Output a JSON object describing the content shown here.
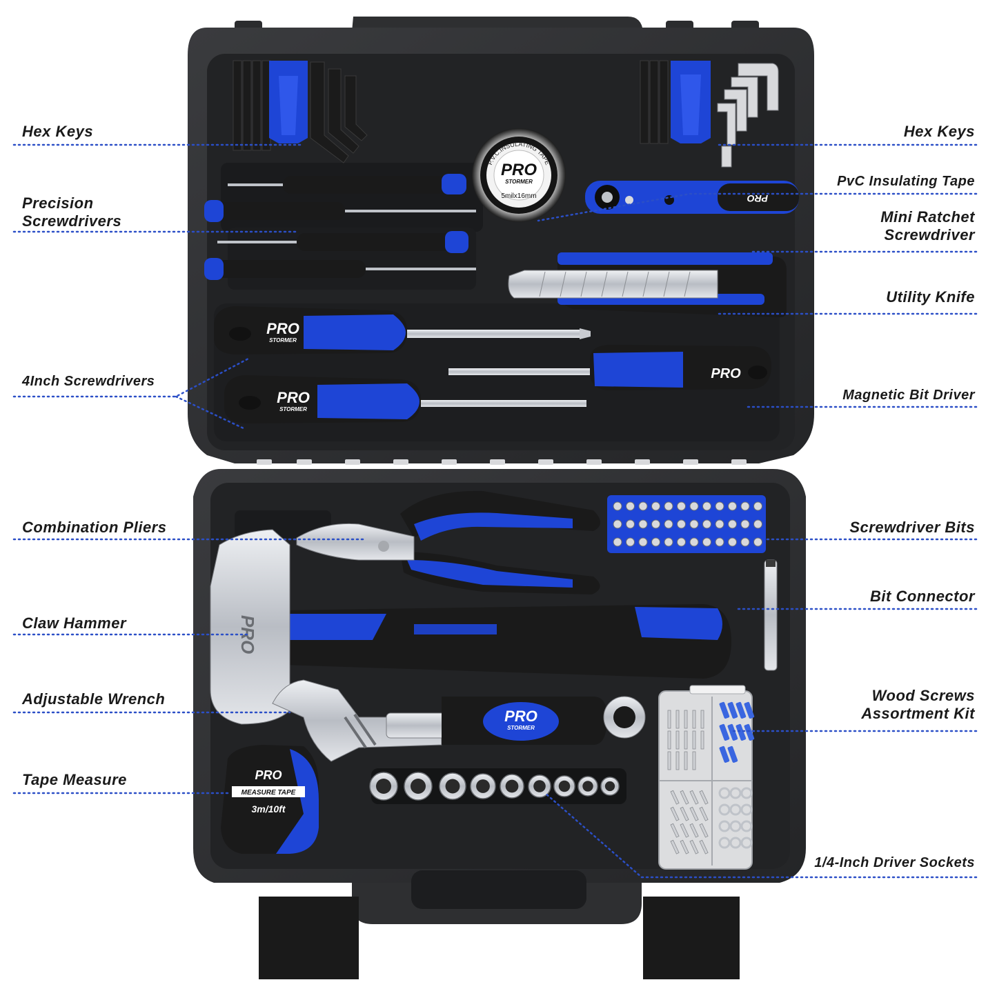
{
  "colors": {
    "case": "#2b2c2e",
    "case_inner": "#202123",
    "accent_blue": "#1f3fd0",
    "leader_dots": "#2b4fc7",
    "steel": "#c9ccd1"
  },
  "labels_left": [
    {
      "id": "hex-keys-left",
      "lines": [
        "Hex Keys"
      ]
    },
    {
      "id": "precision-screwdrivers",
      "lines": [
        "Precision",
        "Screwdrivers"
      ]
    },
    {
      "id": "4inch-screwdrivers",
      "lines": [
        "4Inch Screwdrivers"
      ]
    },
    {
      "id": "combination-pliers",
      "lines": [
        "Combination Pliers"
      ]
    },
    {
      "id": "claw-hammer",
      "lines": [
        "Claw Hammer"
      ]
    },
    {
      "id": "adjustable-wrench",
      "lines": [
        "Adjustable Wrench"
      ]
    },
    {
      "id": "tape-measure",
      "lines": [
        "Tape Measure"
      ]
    }
  ],
  "labels_right": [
    {
      "id": "hex-keys-right",
      "lines": [
        "Hex Keys"
      ]
    },
    {
      "id": "pvc-insulating-tape",
      "lines": [
        "PvC Insulating Tape"
      ]
    },
    {
      "id": "mini-ratchet-screwdriver",
      "lines": [
        "Mini Ratchet",
        "Screwdriver"
      ]
    },
    {
      "id": "utility-knife",
      "lines": [
        "Utility Knife"
      ]
    },
    {
      "id": "magnetic-bit-driver",
      "lines": [
        "Magnetic Bit Driver"
      ]
    },
    {
      "id": "screwdriver-bits",
      "lines": [
        "Screwdriver Bits"
      ]
    },
    {
      "id": "bit-connector",
      "lines": [
        "Bit Connector"
      ]
    },
    {
      "id": "wood-screws-kit",
      "lines": [
        "Wood Screws",
        "Assortment Kit"
      ]
    },
    {
      "id": "driver-sockets",
      "lines": [
        "1/4-Inch Driver Sockets"
      ]
    }
  ],
  "product_text": {
    "brand_top": "PRO",
    "brand_bottom": "STORMER",
    "tape_ring": "P.V.C.INSULATING TAPE",
    "tape_size": "5milx16mm",
    "measure_tape": "MEASURE TAPE",
    "measure_size": "3m/10ft"
  }
}
